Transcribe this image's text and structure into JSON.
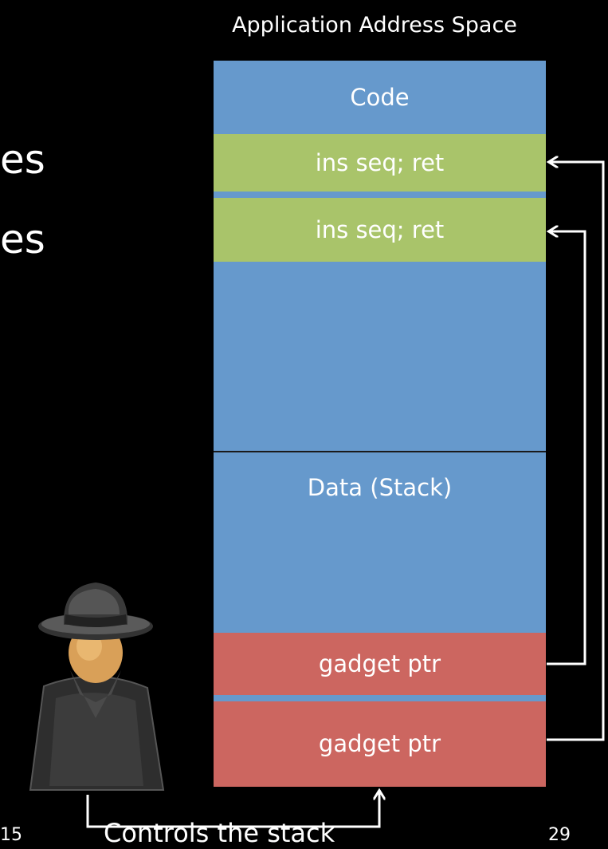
{
  "slide": {
    "title": "Application Address Space",
    "bullet_fragment_1": "es",
    "bullet_fragment_2": "es",
    "caption": "Controls the stack",
    "page_number": "29",
    "left_footer_fragment": "15"
  },
  "memory": {
    "code_label": "Code",
    "gadget_1": "ins seq; ret",
    "gadget_2": "ins seq; ret",
    "data_label": "Data (Stack)",
    "ptr_1": "gadget ptr",
    "ptr_2": "gadget ptr"
  },
  "colors": {
    "background": "#000000",
    "memory_blue": "#6699cc",
    "gadget_green": "#a9c46a",
    "pointer_red": "#cc6660",
    "arrow": "#ffffff"
  }
}
